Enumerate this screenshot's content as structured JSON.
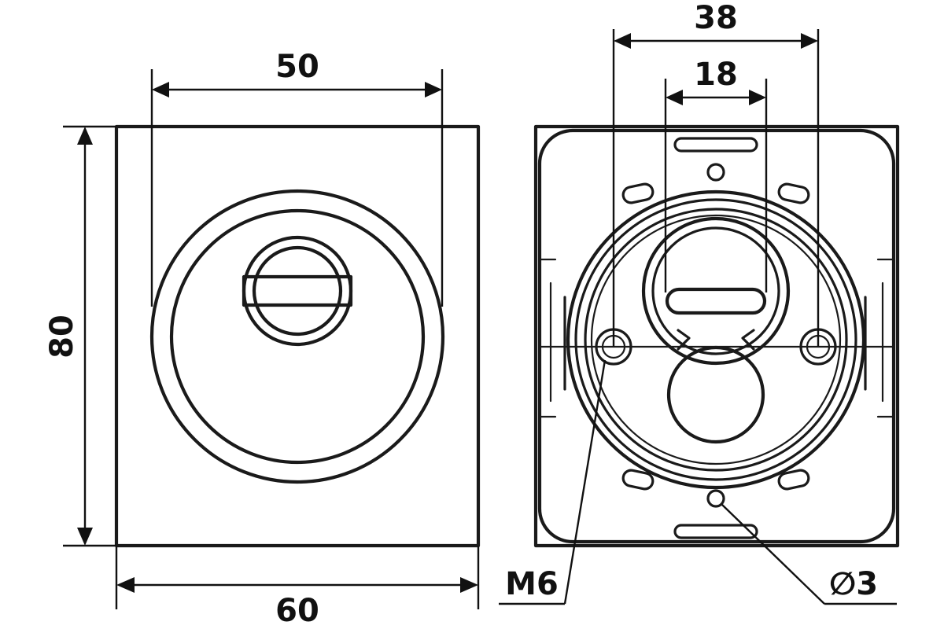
{
  "front_view": {
    "width_dim": "60",
    "height_dim": "80",
    "outer_dim": "50"
  },
  "back_view": {
    "outer_dim": "38",
    "inner_dim": "18",
    "thread_label": "M6",
    "hole_label": "∅3"
  }
}
